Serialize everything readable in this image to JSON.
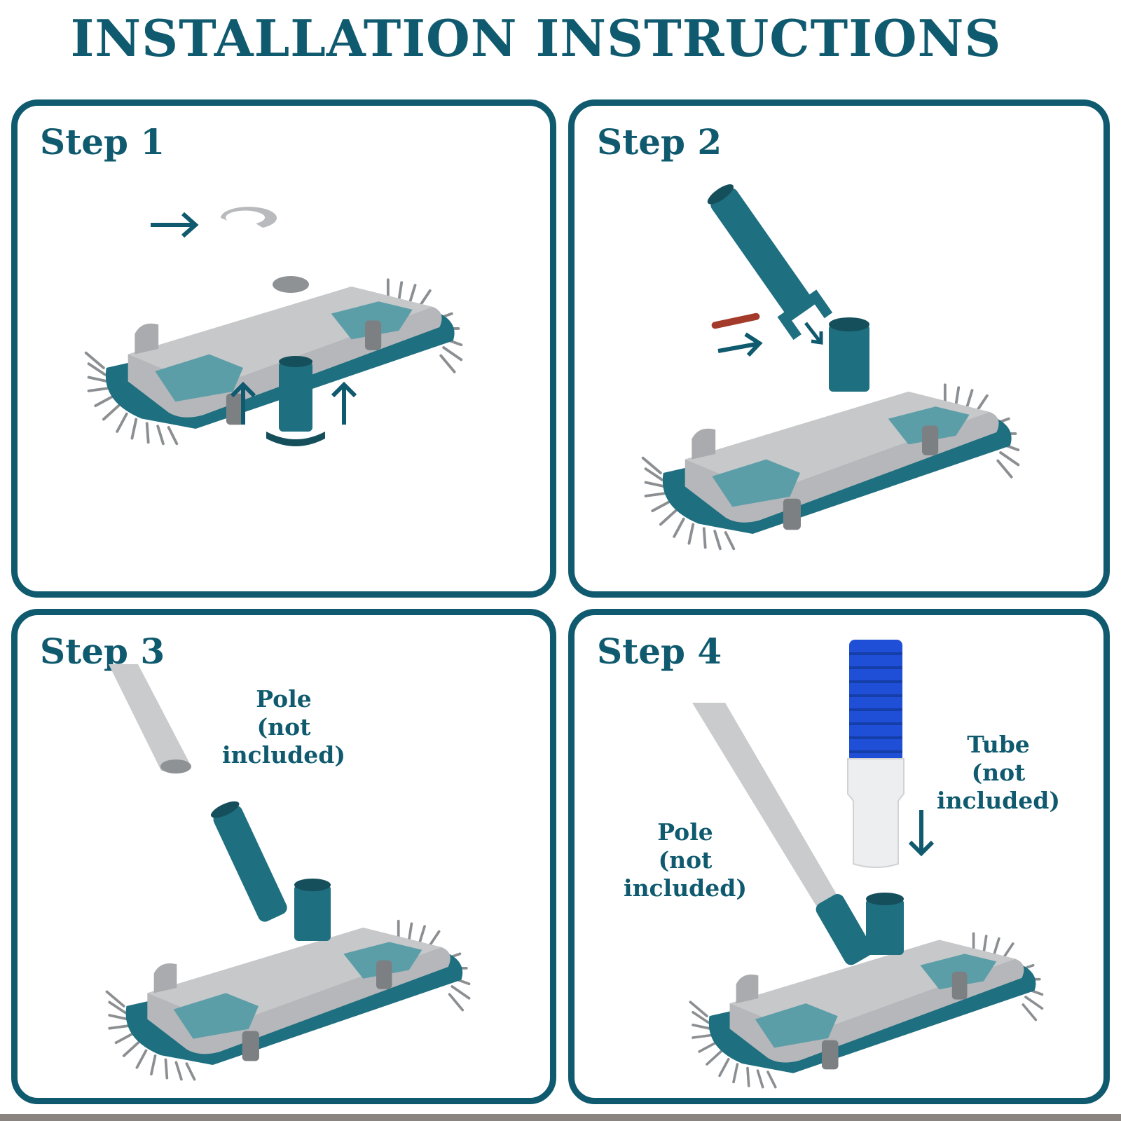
{
  "title": "INSTALLATION INSTRUCTIONS",
  "steps": [
    {
      "label": "Step 1"
    },
    {
      "label": "Step 2"
    },
    {
      "label": "Step 3",
      "pole_label": "Pole",
      "pole_note": "(not included)"
    },
    {
      "label": "Step 4",
      "tube_label": "Tube",
      "tube_note": "(not included)",
      "pole_label": "Pole",
      "pole_note": "(not included)"
    }
  ],
  "colors": {
    "teal": "#0f5a6e",
    "head_gray": "#b5b7ba",
    "head_teal": "#1e6f80",
    "hose_blue": "#1f4fd6",
    "pin_red": "#a33a2a"
  }
}
